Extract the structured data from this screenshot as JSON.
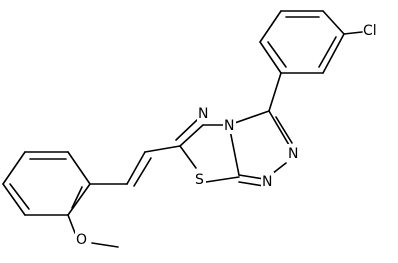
{
  "structure": {
    "atoms": [
      {
        "id": "Cl",
        "symbol": "Cl"
      },
      {
        "id": "Nt1",
        "symbol": "N"
      },
      {
        "id": "Nt2",
        "symbol": "N"
      },
      {
        "id": "Nt3",
        "symbol": "N"
      },
      {
        "id": "Nd",
        "symbol": "N"
      },
      {
        "id": "S",
        "symbol": "S"
      },
      {
        "id": "O",
        "symbol": "O"
      }
    ],
    "bond_color": "#000000",
    "label_color": "#000000"
  }
}
